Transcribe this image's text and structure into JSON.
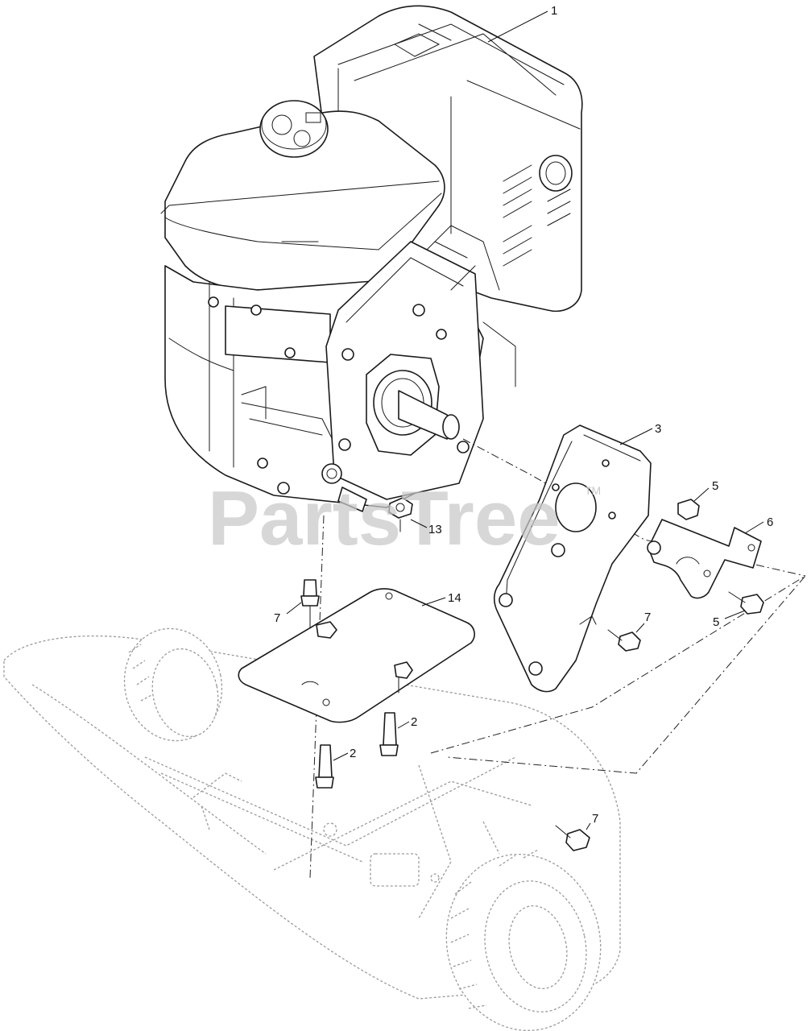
{
  "diagram": {
    "callouts": {
      "c1": "1",
      "c2a": "2",
      "c2b": "2",
      "c3": "3",
      "c5a": "5",
      "c5b": "5",
      "c6": "6",
      "c7a": "7",
      "c7b": "7",
      "c7c": "7",
      "c13": "13",
      "c14": "14"
    },
    "watermark": {
      "text": "PartsTree",
      "trademark": "TM"
    }
  }
}
